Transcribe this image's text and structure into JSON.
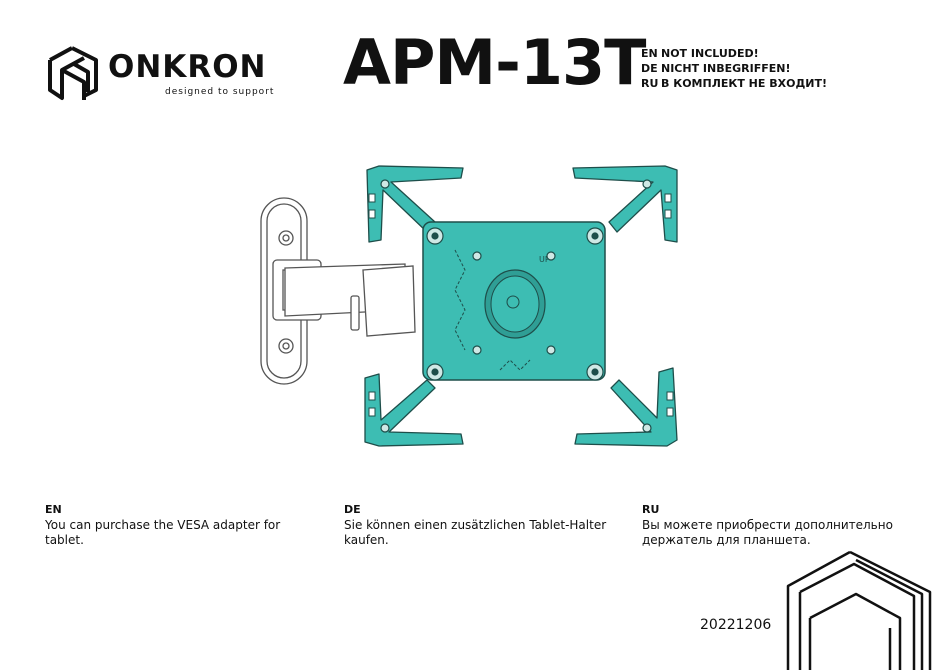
{
  "brand": {
    "name": "ONKRON",
    "tagline": "designed to support",
    "logo_icon": "onkron-cube-icon"
  },
  "model": "APM-13T",
  "notice": [
    {
      "code": "EN",
      "text": "NOT INCLUDED!"
    },
    {
      "code": "DE",
      "text": "NICHT INBEGRIFFEN!"
    },
    {
      "code": "RU",
      "text": "В КОМПЛЕКТ НЕ ВХОДИТ!"
    }
  ],
  "illustration": {
    "icon": "tablet-holder-mount-illustration",
    "accent_color": "#3dbdb3",
    "label_up": "UP"
  },
  "columns": [
    {
      "lang": "EN",
      "text": "You can purchase the VESA adapter for tablet."
    },
    {
      "lang": "DE",
      "text": "Sie können einen zusätzlichen Tablet-Halter kaufen."
    },
    {
      "lang": "RU",
      "text": "Вы можете приобрести дополнительно держатель для планшета."
    }
  ],
  "document_number": "20221206"
}
